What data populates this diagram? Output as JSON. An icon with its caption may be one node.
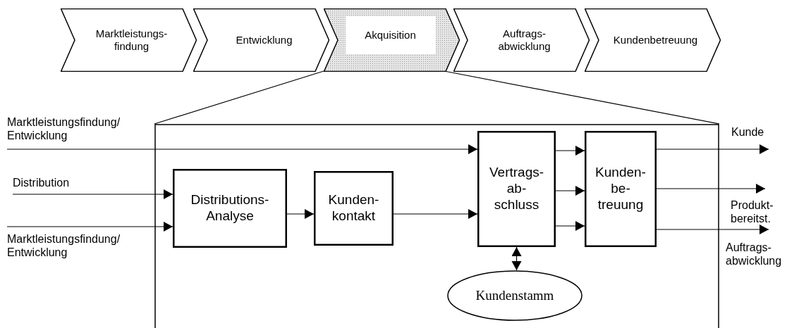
{
  "diagram": {
    "nodes": [
      {
        "text": [
          "Marktleistungs- findung"
        ]
      },
      {
        "text": [
          "Entwicklung"
        ]
      },
      {
        "text": [
          "Akquisition"
        ]
      },
      {
        "text": [
          "Auftrags- abwicklung"
        ]
      },
      {
        "text": [
          "Kundenbetreuung"
        ]
      },
      {
        "text": [],
        "shape": "box"
      },
      {
        "text": [
          "Marktleistungsfindung/ Entwicklung"
        ]
      },
      {
        "text": [
          "Distribution"
        ]
      },
      {
        "text": [
          "Marktleistungsfindung/ Entwicklung"
        ]
      },
      {
        "text": [
          "Distributions- Analyse"
        ],
        "in": 5
      },
      {
        "text": [
          "Kunden- kontakt"
        ],
        "in": 5
      },
      {
        "text": [
          "Vertrags- ab- schluss"
        ],
        "in": 5
      },
      {
        "text": [
          "Kunden- be- treuung"
        ],
        "in": 5
      },
      {
        "text": [
          "Kundenstamm"
        ],
        "in": 5
      },
      {
        "text": [
          "Kunde"
        ]
      },
      {
        "text": [
          "Produkt- bereitst."
        ]
      },
      {
        "text": [
          "Auftrags- abwicklung"
        ]
      }
    ],
    "edges": [
      {
        "from": 6,
        "to": 11,
        "arrow": "to"
      },
      {
        "from": 7,
        "to": 9,
        "arrow": "to"
      },
      {
        "from": 8,
        "to": 9,
        "arrow": "to"
      },
      {
        "from": 9,
        "to": 10,
        "arrow": "to"
      },
      {
        "from": 10,
        "to": 11,
        "arrow": "to"
      },
      {
        "from": 11,
        "to": 12,
        "arrow": "to"
      },
      {
        "from": 11,
        "to": 12,
        "arrow": "to"
      },
      {
        "from": 11,
        "to": 12,
        "arrow": "to"
      },
      {
        "from": 13,
        "to": 11,
        "arrow": "both"
      },
      {
        "from": 12,
        "to": 14,
        "arrow": "to"
      },
      {
        "from": 12,
        "to": 15,
        "arrow": "to"
      },
      {
        "from": 12,
        "to": 16,
        "arrow": "to"
      },
      {
        "from": 2,
        "to": 5,
        "arrow": "none"
      },
      {
        "from": 2,
        "to": 5,
        "arrow": "none"
      }
    ]
  }
}
